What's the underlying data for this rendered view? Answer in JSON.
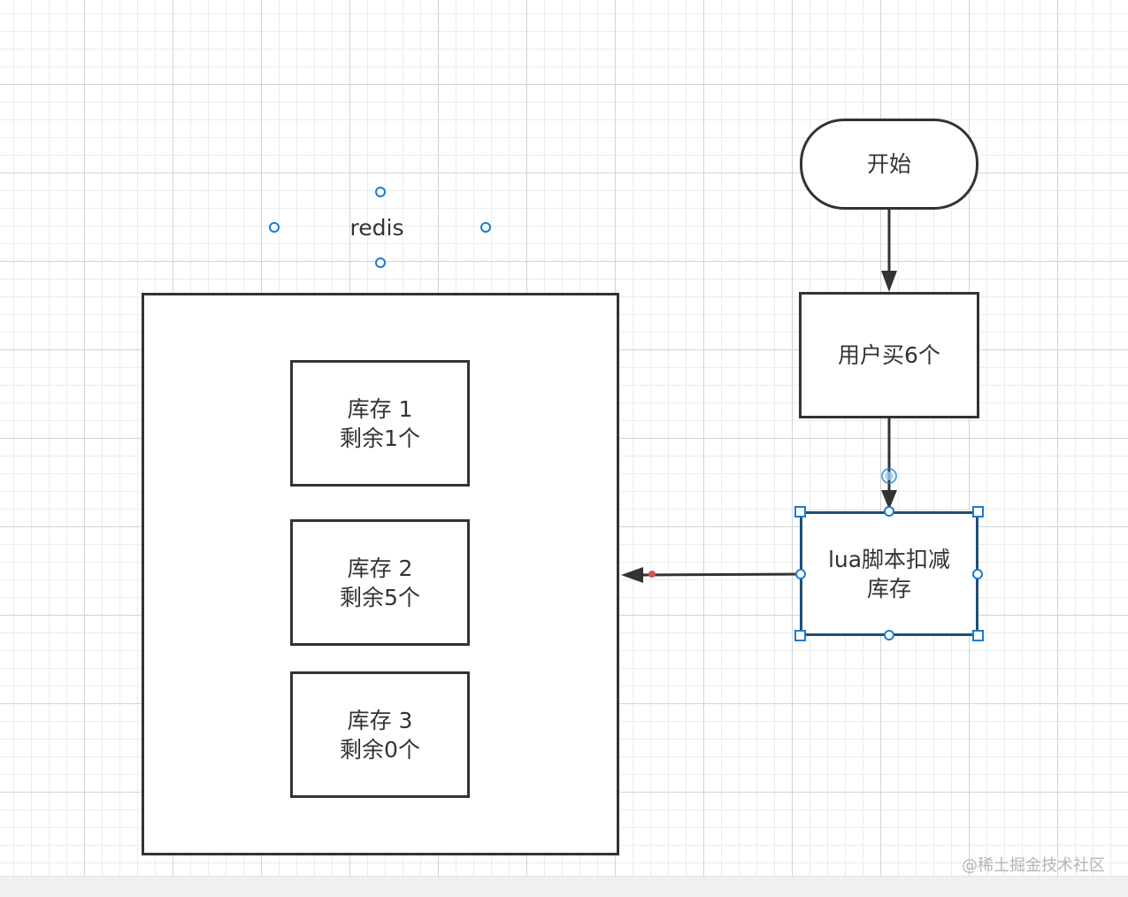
{
  "diagram": {
    "container_label": "redis",
    "stock_boxes": [
      {
        "line1": "库存 1",
        "line2": "剩余1个"
      },
      {
        "line1": "库存 2",
        "line2": "剩余5个"
      },
      {
        "line1": "库存 3",
        "line2": "剩余0个"
      }
    ],
    "flow": {
      "start": "开始",
      "buy": "用户买6个",
      "lua": "lua脚本扣减\n库存"
    }
  },
  "watermark": "@稀土掘金技术社区",
  "colors": {
    "stroke": "#333333",
    "selection": "#1a7bd0",
    "selected_border": "#1f4e79",
    "connection_point": "#d9534f"
  }
}
